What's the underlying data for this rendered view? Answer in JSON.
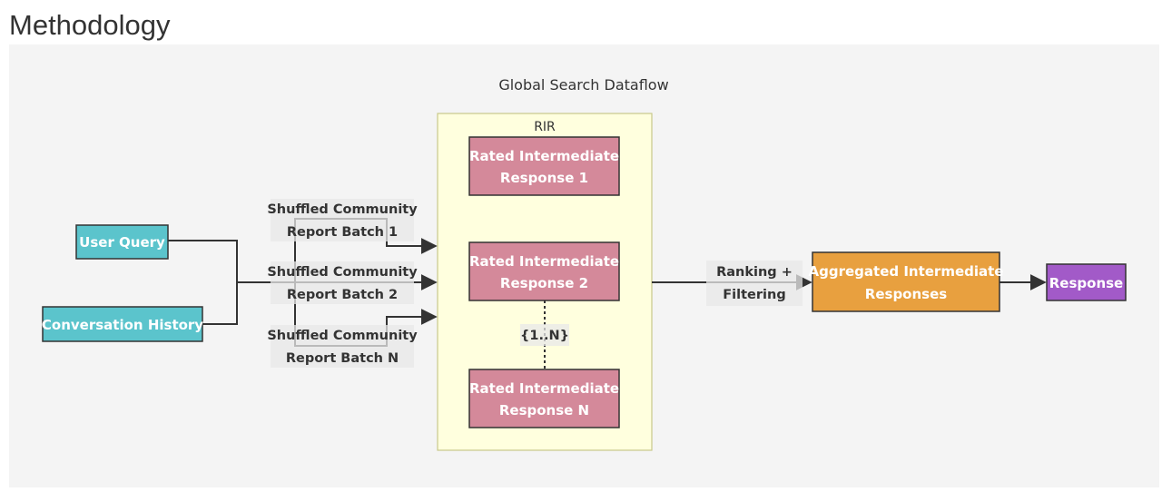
{
  "page": {
    "title": "Methodology"
  },
  "diagram": {
    "title": "Global Search Dataflow",
    "cluster_label": "RIR",
    "nodes": {
      "user_query": "User Query",
      "conversation_history": "Conversation History",
      "rir_1": [
        "Rated Intermediate",
        "Response 1"
      ],
      "rir_2": [
        "Rated Intermediate",
        "Response 2"
      ],
      "rir_n": [
        "Rated Intermediate",
        "Response N"
      ],
      "aggregated": [
        "Aggregated Intermediate",
        "Responses"
      ],
      "response": "Response"
    },
    "edge_labels": {
      "batch_1": [
        "Shuffled Community",
        "Report Batch 1"
      ],
      "batch_2": [
        "Shuffled Community",
        "Report Batch 2"
      ],
      "batch_n": [
        "Shuffled Community",
        "Report Batch N"
      ],
      "range": "{1..N}",
      "ranking": [
        "Ranking +",
        "Filtering"
      ]
    },
    "colors": {
      "input_node": "#5bc4cc",
      "rir_node": "#d4899a",
      "aggregated_node": "#e8a03f",
      "response_node": "#a25ac8",
      "cluster_fill": "#ffffde",
      "cluster_border": "#c8c88a",
      "edge": "#333333"
    }
  }
}
